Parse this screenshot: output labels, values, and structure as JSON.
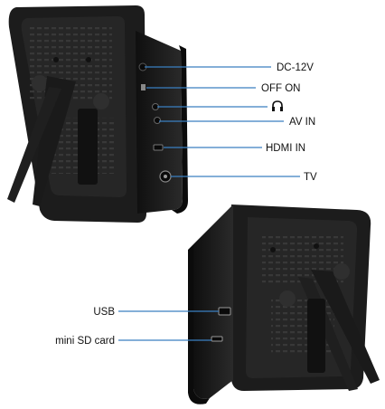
{
  "accent_line_color": "#3a7fc1",
  "device_color": "#1b1b1b",
  "top_view": {
    "labels": [
      {
        "id": "dc",
        "text": "DC-12V"
      },
      {
        "id": "power",
        "text": "OFF ON"
      },
      {
        "id": "headphone",
        "text": "",
        "icon": "headphone-icon"
      },
      {
        "id": "av",
        "text": "AV IN"
      },
      {
        "id": "hdmi",
        "text": "HDMI IN"
      },
      {
        "id": "tv",
        "text": "TV"
      }
    ]
  },
  "bottom_view": {
    "labels": [
      {
        "id": "usb",
        "text": "USB"
      },
      {
        "id": "sd",
        "text": "mini SD card"
      }
    ]
  }
}
